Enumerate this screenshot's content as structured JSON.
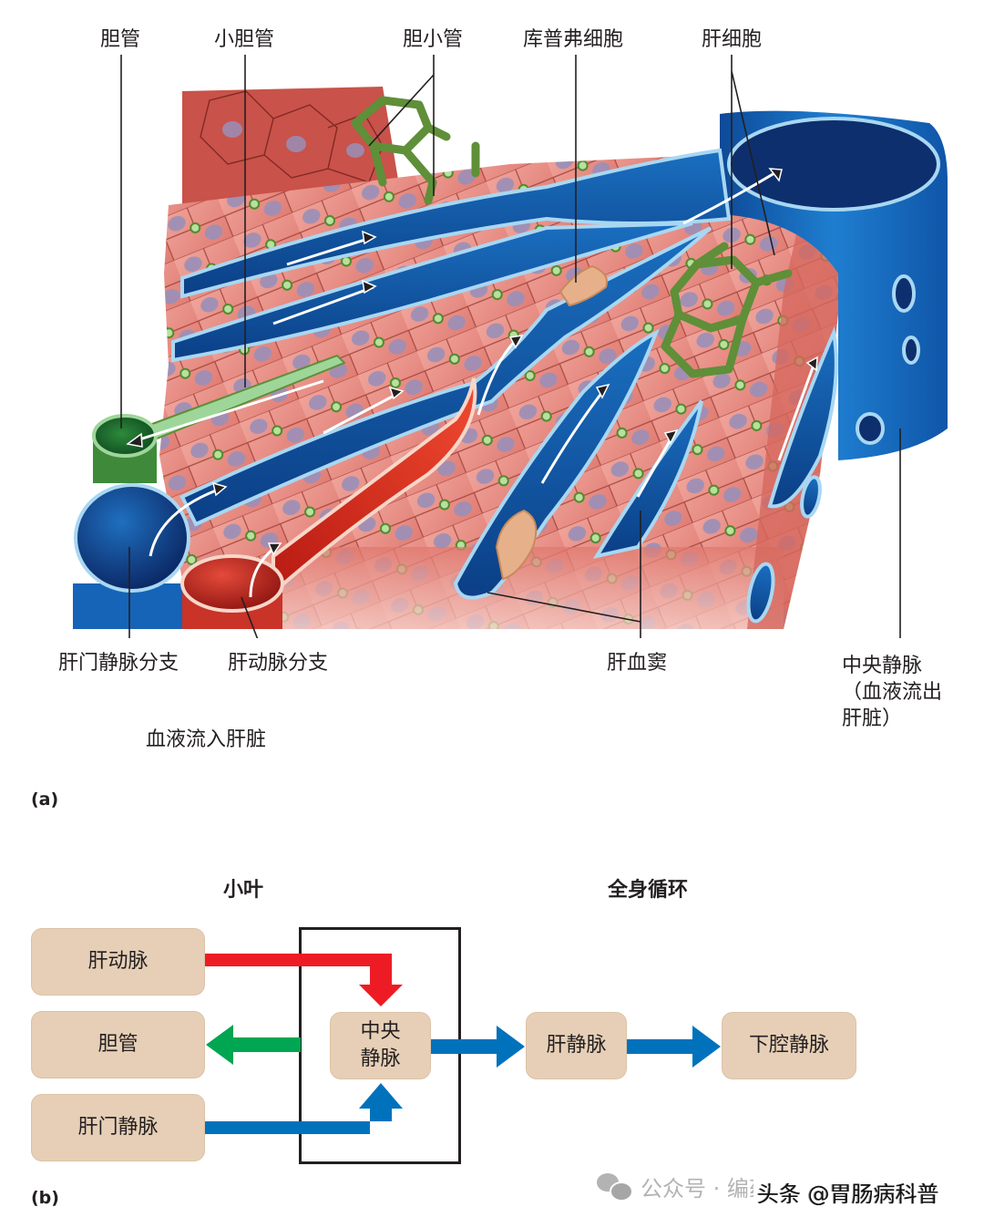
{
  "panel_a": {
    "tag": "(a)",
    "labels": {
      "bile_duct": "胆管",
      "bile_ductule": "小胆管",
      "bile_canaliculi": "胆小管",
      "kupffer_cell": "库普弗细胞",
      "hepatocyte": "肝细胞",
      "portal_vein_branch": "肝门静脉分支",
      "hepatic_artery_branch": "肝动脉分支",
      "sinusoid": "肝血窦",
      "central_vein_line1": "中央静脉",
      "central_vein_line2": "（血液流出",
      "central_vein_line3": "肝脏）",
      "blood_in": "血液流入肝脏"
    },
    "colors": {
      "hepatocyte": "#e8918a",
      "nucleus": "#9a8fb8",
      "vessel_blue": "#1565b0",
      "vessel_dark": "#0d2f6e",
      "vessel_edge": "#a9d7f2",
      "artery_red": "#d8261e",
      "bile_green": "#5f8f38"
    }
  },
  "panel_b": {
    "tag": "(b)",
    "headers": {
      "lobule": "小叶",
      "systemic": "全身循环"
    },
    "boxes": {
      "hepatic_artery": "肝动脉",
      "bile_duct": "胆管",
      "portal_vein": "肝门静脉",
      "central_vein_line1": "中央",
      "central_vein_line2": "静脉",
      "hepatic_vein": "肝静脉",
      "ivc": "下腔静脉"
    },
    "arrow_colors": {
      "artery": "#ed1c24",
      "bile": "#00a651",
      "vein": "#0072bc"
    }
  },
  "watermark": {
    "wechat_label": "公众号 · 编药数字图书馆",
    "toutiao_label": "头条 @胃肠病科普"
  }
}
